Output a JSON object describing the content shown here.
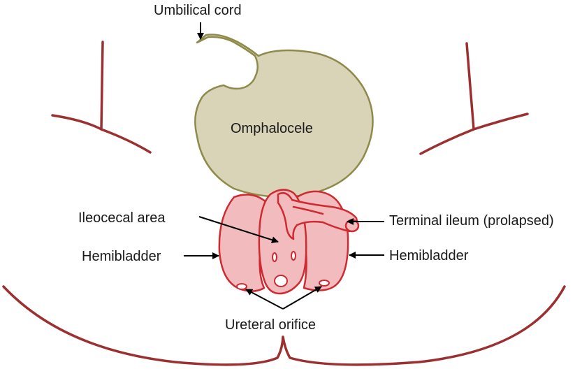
{
  "labels": {
    "umbilical_cord": "Umbilical cord",
    "omphalocele": "Omphalocele",
    "ileocecal_area": "Ileocecal area",
    "terminal_ileum": "Terminal ileum (prolapsed)",
    "hemibladder_left": "Hemibladder",
    "hemibladder_right": "Hemibladder",
    "ureteral_orifice": "Ureteral orifice"
  },
  "colors": {
    "omphalocele_fill": "#d9d3b8",
    "omphalocele_stroke": "#8e8a4a",
    "bladder_fill": "#f2bcbf",
    "bladder_stroke": "#cf2a32",
    "body_outline": "#9c3030",
    "arrow": "#000000"
  }
}
